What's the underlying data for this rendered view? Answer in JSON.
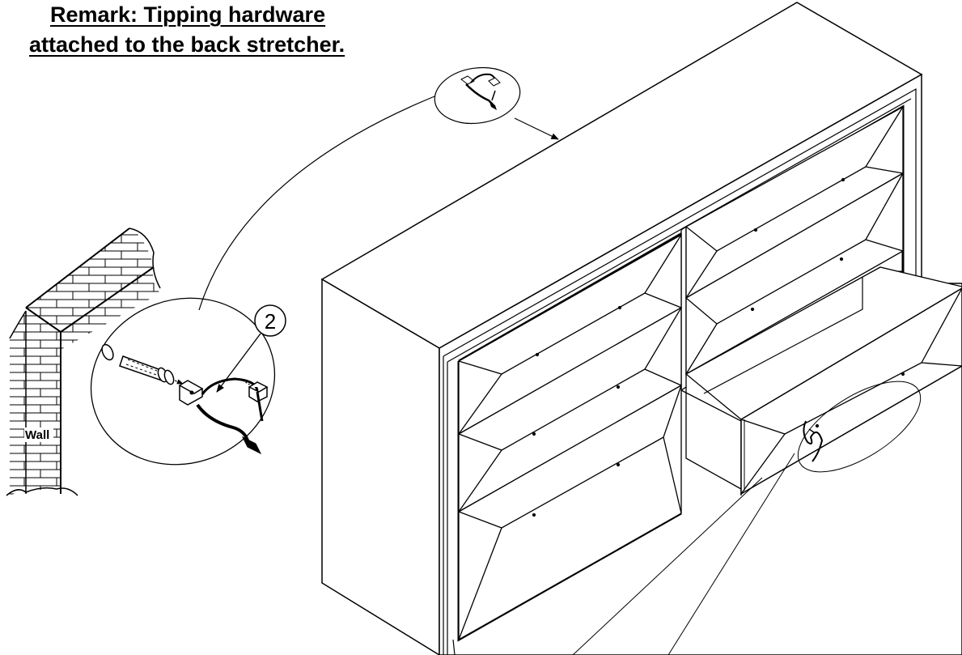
{
  "remark": {
    "line1": "Remark: Tipping hardware",
    "line2": "attached to the back stretcher."
  },
  "callout": {
    "part_number": "2"
  },
  "wall": {
    "label": "Wall"
  },
  "colors": {
    "ink": "#000000",
    "paper": "#ffffff"
  }
}
